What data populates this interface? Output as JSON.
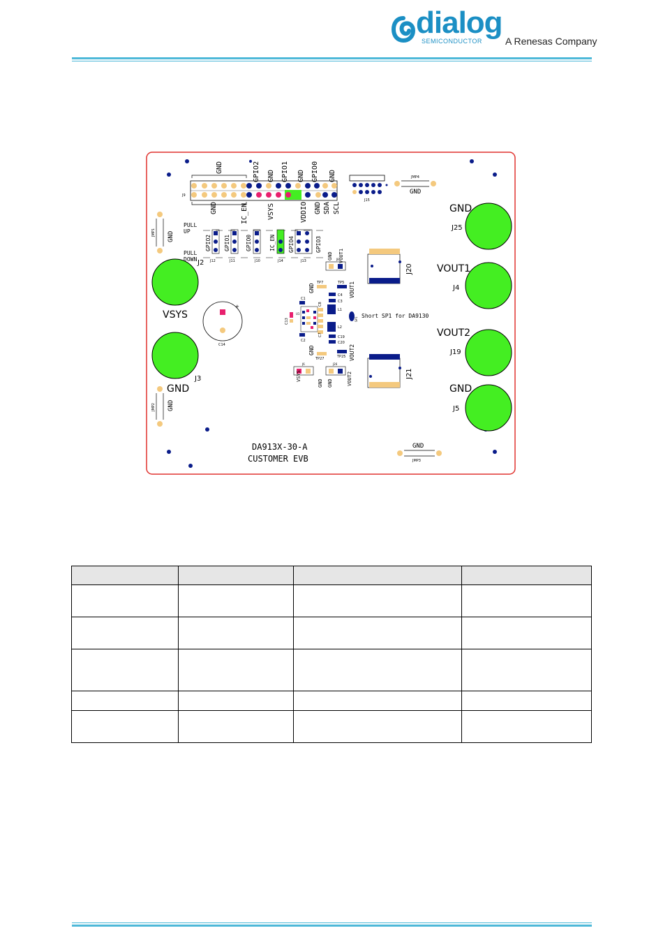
{
  "header": {
    "logo_word": "dialog",
    "logo_sub": "SEMICONDUCTOR",
    "tagline": "A Renesas Company"
  },
  "board": {
    "title": "DA913X-30-A",
    "subtitle": "CUSTOMER EVB",
    "labels": {
      "gnd": "GND",
      "vsys": "VSYS",
      "vout1": "VOUT1",
      "vout2": "VOUT2",
      "gpio0": "GPIO0",
      "gpio1": "GPIO1",
      "gpio2": "GPIO2",
      "gpio3": "GPIO3",
      "gpio4": "GPIO4",
      "ic_en": "IC_EN",
      "vddio": "VDDIO",
      "sda": "SDA",
      "scl": "SCL",
      "pull_up_1": "PULL",
      "pull_up_2": "UP",
      "pull_down_1": "PULL",
      "pull_down_2": "DOWN",
      "short_sp1": "Short SP1 for DA9130",
      "j2": "J2",
      "j3": "J3",
      "j4": "J4",
      "j5": "J5",
      "j6": "J6",
      "j8": "J8",
      "j9": "J9",
      "j10": "J10",
      "j11": "J11",
      "j12": "J12",
      "j13": "J13",
      "j14": "J14",
      "j15": "J15",
      "j19": "J19",
      "j20": "J20",
      "j21": "J21",
      "j25": "J25",
      "j26": "J26",
      "jmp1": "JMP1",
      "jmp2": "JMP2",
      "jmp3": "JMP3",
      "jmp4": "JMP4",
      "tp5": "TP5",
      "tp7": "TP7",
      "tp25": "TP25",
      "tp27": "TP27",
      "c1": "C1",
      "c2": "C2",
      "c3": "C3",
      "c4": "C4",
      "c7": "C7",
      "c8": "C8",
      "c13": "C13",
      "c14": "C14",
      "c19": "C19",
      "c20": "C20",
      "l1": "L1",
      "l2": "L2",
      "u1": "U1",
      "sp1": "SP1",
      "plus": "+"
    },
    "colors": {
      "outline": "#e0322e",
      "pad_green": "#44ee22",
      "pad_tan": "#f4c97e",
      "pad_blue": "#0a1c8a",
      "pad_pink": "#e8206e"
    }
  },
  "table": {
    "columns": 4,
    "rows": 5
  }
}
